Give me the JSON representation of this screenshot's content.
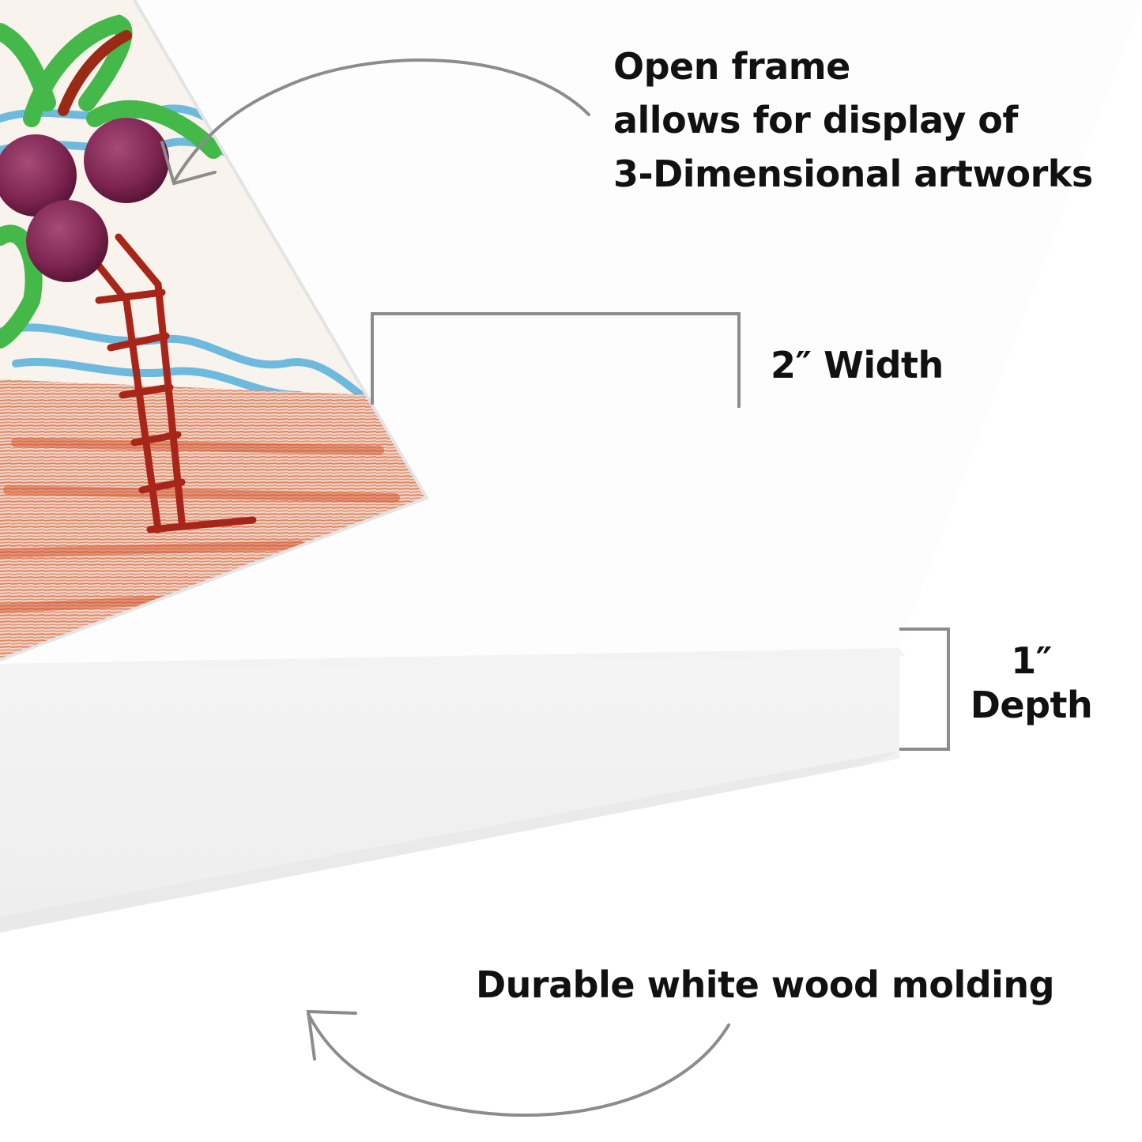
{
  "callouts": {
    "open_frame": {
      "lines": [
        "Open frame",
        "allows for display of",
        "3-Dimensional artworks"
      ]
    },
    "width": "2″ Width",
    "depth": {
      "lines": [
        "1″",
        "Depth"
      ]
    },
    "molding": "Durable white wood molding"
  },
  "colors": {
    "background": "#ffffff",
    "text": "#111111",
    "annotation_lines": "#8c8c8c",
    "frame_face": "#fdfdfd",
    "frame_edge": "#efefef"
  }
}
